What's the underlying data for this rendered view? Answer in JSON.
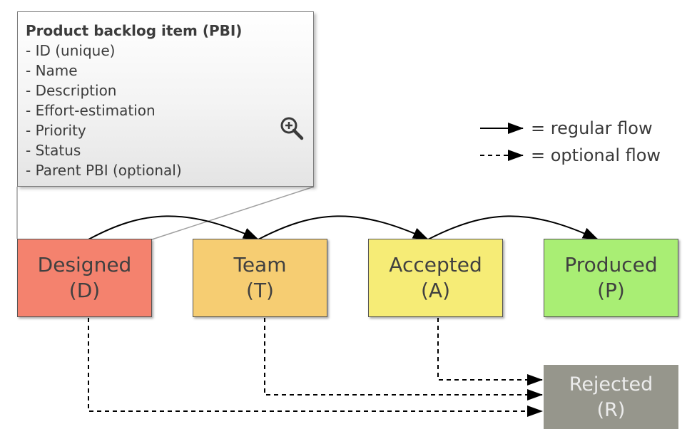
{
  "pbi": {
    "title": "Product backlog item (PBI)",
    "fields": [
      "- ID (unique)",
      "- Name",
      "- Description",
      "- Effort-estimation",
      "- Priority",
      "- Status",
      "- Parent PBI (optional)"
    ],
    "zoom_icon": "zoom-in-icon"
  },
  "states": {
    "designed": {
      "name": "Designed",
      "code": "(D)",
      "color": "#f4826e"
    },
    "team": {
      "name": "Team",
      "code": "(T)",
      "color": "#f6cd72"
    },
    "accepted": {
      "name": "Accepted",
      "code": "(A)",
      "color": "#f6ec76"
    },
    "produced": {
      "name": "Produced",
      "code": "(P)",
      "color": "#a9ee74"
    },
    "rejected": {
      "name": "Rejected",
      "code": "(R)",
      "color": "#96968c"
    }
  },
  "legend": {
    "regular": "= regular flow",
    "optional": "= optional flow"
  },
  "flows": [
    {
      "from": "Designed",
      "to": "Team",
      "kind": "regular"
    },
    {
      "from": "Team",
      "to": "Accepted",
      "kind": "regular"
    },
    {
      "from": "Accepted",
      "to": "Produced",
      "kind": "regular"
    },
    {
      "from": "Designed",
      "to": "Rejected",
      "kind": "optional"
    },
    {
      "from": "Team",
      "to": "Rejected",
      "kind": "optional"
    },
    {
      "from": "Accepted",
      "to": "Rejected",
      "kind": "optional"
    }
  ]
}
